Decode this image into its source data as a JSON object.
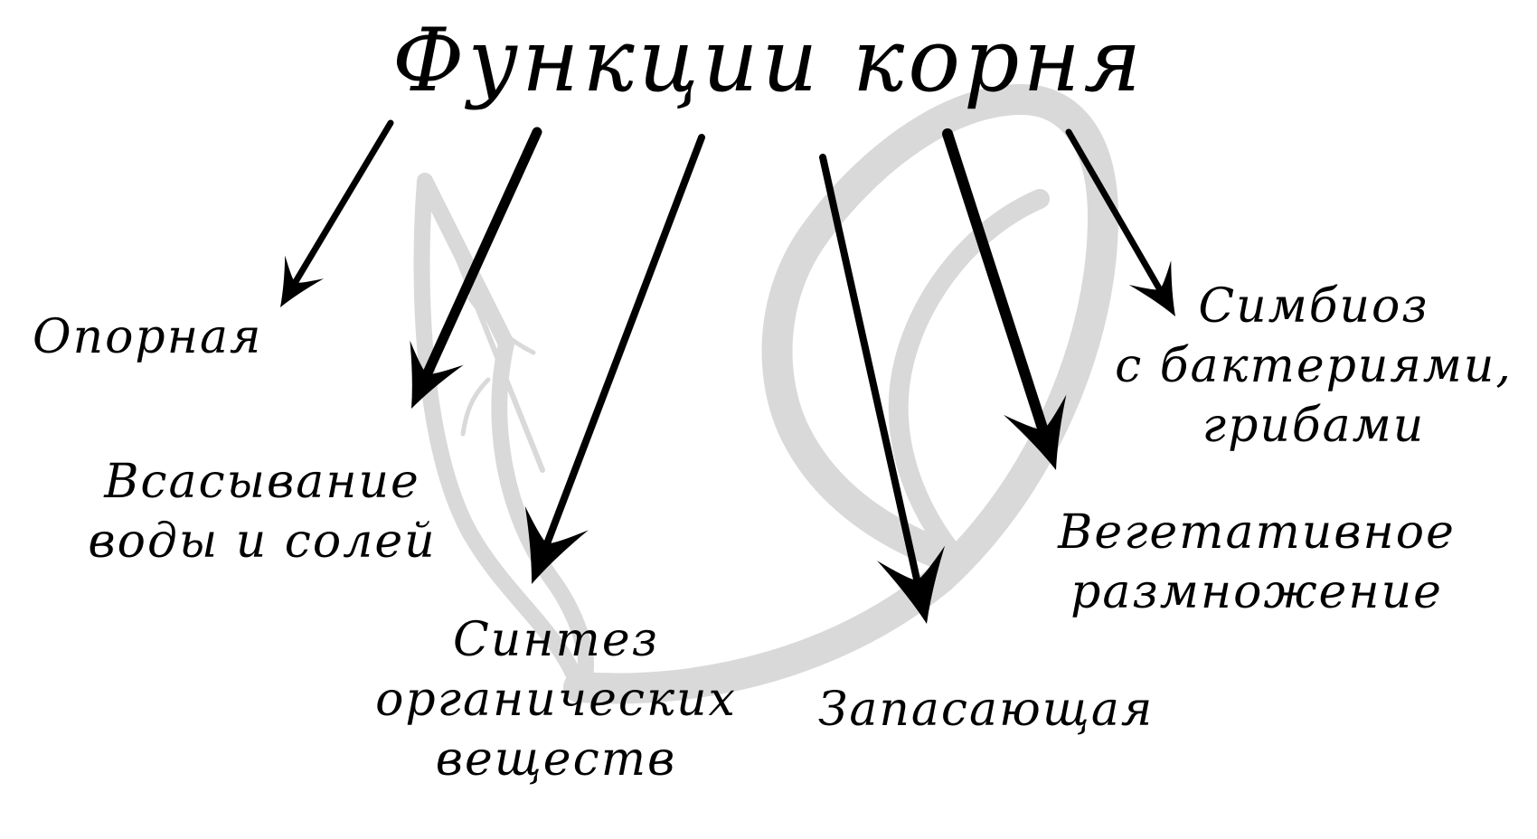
{
  "diagram": {
    "title": "Функции корня",
    "watermark_color": "#d9d9d9",
    "arrow_color": "#000000",
    "functions": [
      {
        "lines": [
          "Опорная"
        ]
      },
      {
        "lines": [
          "Всасывание",
          "воды и солей"
        ]
      },
      {
        "lines": [
          "Синтез",
          "органических",
          "веществ"
        ]
      },
      {
        "lines": [
          "Запасающая"
        ]
      },
      {
        "lines": [
          "Вегетативное",
          "размножение"
        ]
      },
      {
        "lines": [
          "Симбиоз",
          "с бактериями,",
          "грибами"
        ]
      }
    ]
  }
}
